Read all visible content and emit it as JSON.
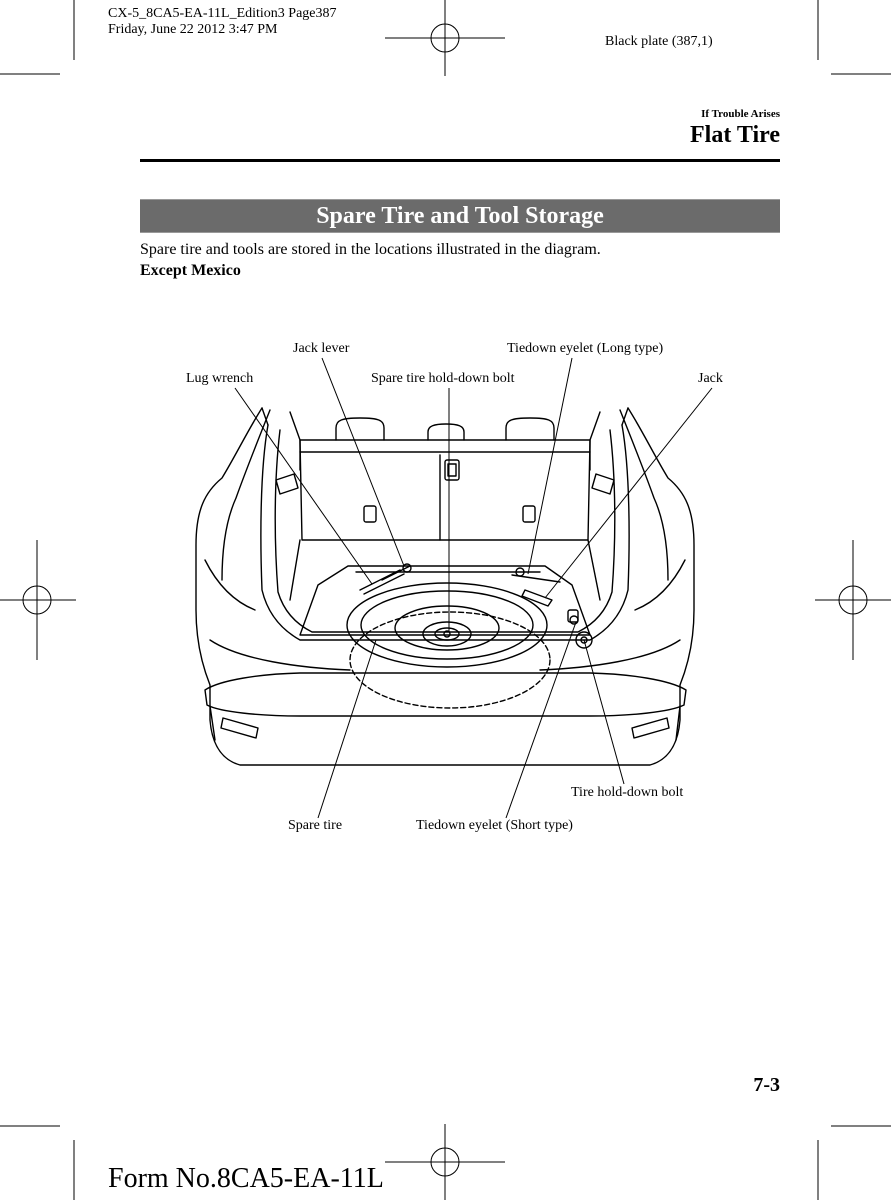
{
  "header": {
    "file_line": "CX-5_8CA5-EA-11L_Edition3 Page387",
    "date_line": "Friday, June 22 2012 3:47 PM",
    "plate": "Black plate (387,1)"
  },
  "section": {
    "chapter": "If Trouble Arises",
    "title": "Flat Tire"
  },
  "banner": "Spare Tire and Tool Storage",
  "intro": "Spare tire and tools are stored in the locations illustrated in the diagram.",
  "region": "Except Mexico",
  "callouts": {
    "jack_lever": "Jack lever",
    "tiedown_long": "Tiedown eyelet (Long type)",
    "lug_wrench": "Lug wrench",
    "holddown_bolt": "Spare tire hold-down bolt",
    "jack": "Jack",
    "tire_holddown": "Tire hold-down bolt",
    "spare_tire": "Spare tire",
    "tiedown_short": "Tiedown eyelet (Short type)"
  },
  "page_number": "7-3",
  "form_number": "Form No.8CA5-EA-11L"
}
